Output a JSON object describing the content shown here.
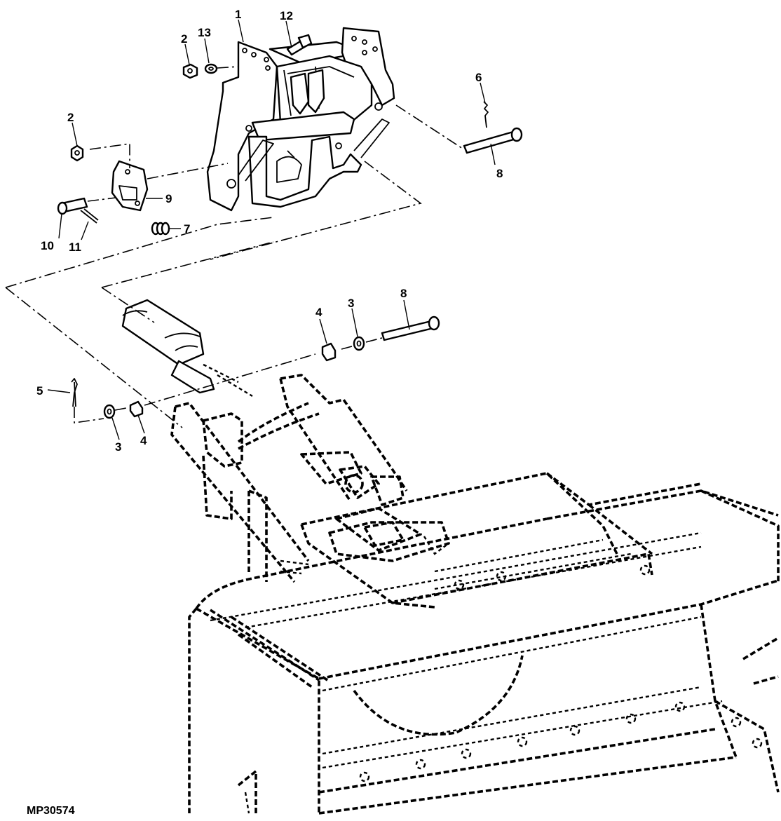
{
  "figure_id": "MP30574",
  "callouts": {
    "c1": "1",
    "c2_top": "2",
    "c2_left": "2",
    "c3_right": "3",
    "c3_left": "3",
    "c4_right": "4",
    "c4_left": "4",
    "c5": "5",
    "c6": "6",
    "c7": "7",
    "c8_top": "8",
    "c8_mid": "8",
    "c9": "9",
    "c10": "10",
    "c11": "11",
    "c12": "12",
    "c13": "13"
  }
}
